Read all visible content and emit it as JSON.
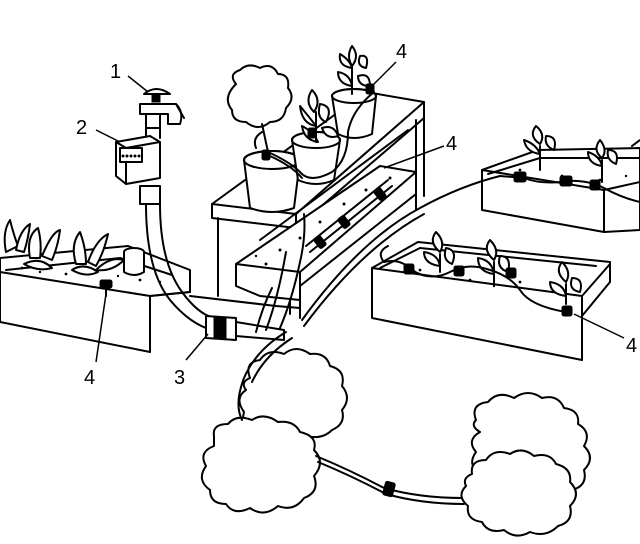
{
  "diagram": {
    "callouts": [
      {
        "id": "tap",
        "label": "1"
      },
      {
        "id": "timer",
        "label": "2"
      },
      {
        "id": "supply-hose",
        "label": "3"
      },
      {
        "id": "dripper-pots",
        "label": "4"
      },
      {
        "id": "dripper-shelf",
        "label": "4"
      },
      {
        "id": "dripper-planter-left",
        "label": "4"
      },
      {
        "id": "dripper-planter-right",
        "label": "4"
      }
    ]
  }
}
